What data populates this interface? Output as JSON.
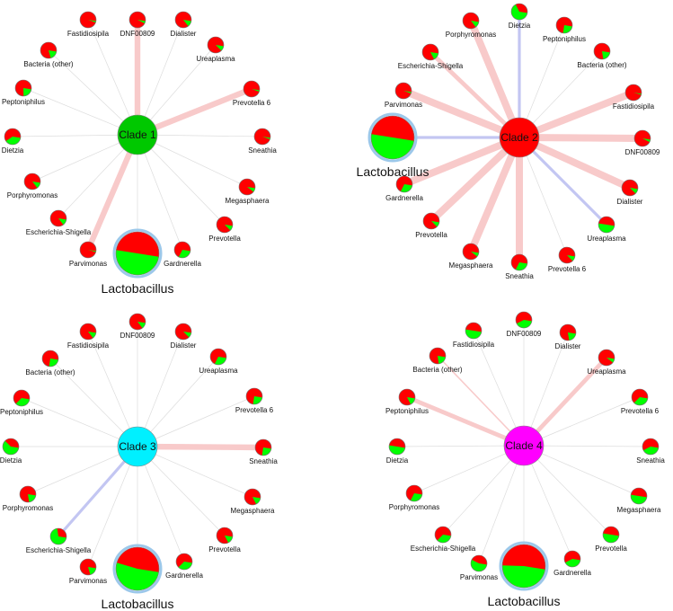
{
  "colors": {
    "positive_edge": "#f8caca",
    "negative_edge": "#c3c6f2",
    "neutral_edge": "#dddddd",
    "slice_red": "#ff0000",
    "slice_green": "#00ff00",
    "node_outline": "#9cc8ea"
  },
  "panels": [
    {
      "hub": {
        "label": "Clade 1",
        "color": "#00c800"
      },
      "nodes": [
        {
          "label": "DNF00809",
          "green": 0.05,
          "edge": "positive",
          "weight": 4
        },
        {
          "label": "Dialister",
          "green": 0.12,
          "edge": "neutral",
          "weight": 1
        },
        {
          "label": "Ureaplasma",
          "green": 0.1,
          "edge": "neutral",
          "weight": 1
        },
        {
          "label": "Prevotella 6",
          "green": 0.03,
          "edge": "positive",
          "weight": 4
        },
        {
          "label": "Sneathia",
          "green": 0.03,
          "edge": "neutral",
          "weight": 1
        },
        {
          "label": "Megasphaera",
          "green": 0.08,
          "edge": "neutral",
          "weight": 1
        },
        {
          "label": "Prevotella",
          "green": 0.1,
          "edge": "neutral",
          "weight": 1
        },
        {
          "label": "Gardnerella",
          "green": 0.3,
          "edge": "neutral",
          "weight": 1
        },
        {
          "label": "Lactobacillus",
          "green": 0.5,
          "edge": "neutral",
          "weight": 1,
          "big": true
        },
        {
          "label": "Parvimonas",
          "green": 0.02,
          "edge": "positive",
          "weight": 4
        },
        {
          "label": "Escherichia-Shigella",
          "green": 0.12,
          "edge": "neutral",
          "weight": 1
        },
        {
          "label": "Porphyromonas",
          "green": 0.12,
          "edge": "neutral",
          "weight": 1
        },
        {
          "label": "Dietzia",
          "green": 0.38,
          "edge": "neutral",
          "weight": 1
        },
        {
          "label": "Peptoniphilus",
          "green": 0.22,
          "edge": "neutral",
          "weight": 1
        },
        {
          "label": "Bacteria (other)",
          "green": 0.18,
          "edge": "neutral",
          "weight": 1
        },
        {
          "label": "Fastidiosipila",
          "green": 0.03,
          "edge": "neutral",
          "weight": 1
        }
      ]
    },
    {
      "hub": {
        "label": "Clade 2",
        "color": "#ff0000"
      },
      "nodes": [
        {
          "label": "Dietzia",
          "green": 0.65,
          "edge": "negative",
          "weight": 2
        },
        {
          "label": "Peptoniphilus",
          "green": 0.25,
          "edge": "neutral",
          "weight": 1
        },
        {
          "label": "Bacteria (other)",
          "green": 0.2,
          "edge": "neutral",
          "weight": 1
        },
        {
          "label": "Fastidiosipila",
          "green": 0.02,
          "edge": "positive",
          "weight": 5
        },
        {
          "label": "DNF00809",
          "green": 0.05,
          "edge": "positive",
          "weight": 5
        },
        {
          "label": "Dialister",
          "green": 0.1,
          "edge": "positive",
          "weight": 5
        },
        {
          "label": "Ureaplasma",
          "green": 0.5,
          "edge": "negative",
          "weight": 2
        },
        {
          "label": "Prevotella 6",
          "green": 0.1,
          "edge": "neutral",
          "weight": 1
        },
        {
          "label": "Sneathia",
          "green": 0.3,
          "edge": "positive",
          "weight": 5
        },
        {
          "label": "Megasphaera",
          "green": 0.08,
          "edge": "positive",
          "weight": 5
        },
        {
          "label": "Prevotella",
          "green": 0.1,
          "edge": "positive",
          "weight": 5
        },
        {
          "label": "Gardnerella",
          "green": 0.3,
          "edge": "positive",
          "weight": 5
        },
        {
          "label": "Lactobacillus",
          "green": 0.5,
          "edge": "negative",
          "weight": 2,
          "big": true
        },
        {
          "label": "Parvimonas",
          "green": 0.03,
          "edge": "positive",
          "weight": 5
        },
        {
          "label": "Escherichia-Shigella",
          "green": 0.15,
          "edge": "positive",
          "weight": 3
        },
        {
          "label": "Porphyromonas",
          "green": 0.12,
          "edge": "positive",
          "weight": 5
        }
      ]
    },
    {
      "hub": {
        "label": "Clade 3",
        "color": "#00f0ff"
      },
      "nodes": [
        {
          "label": "DNF00809",
          "green": 0.12,
          "edge": "neutral",
          "weight": 1
        },
        {
          "label": "Dialister",
          "green": 0.1,
          "edge": "neutral",
          "weight": 1
        },
        {
          "label": "Ureaplasma",
          "green": 0.3,
          "edge": "neutral",
          "weight": 1
        },
        {
          "label": "Prevotella 6",
          "green": 0.25,
          "edge": "neutral",
          "weight": 1
        },
        {
          "label": "Sneathia",
          "green": 0.25,
          "edge": "positive",
          "weight": 4
        },
        {
          "label": "Megasphaera",
          "green": 0.15,
          "edge": "neutral",
          "weight": 1
        },
        {
          "label": "Prevotella",
          "green": 0.15,
          "edge": "neutral",
          "weight": 1
        },
        {
          "label": "Gardnerella",
          "green": 0.35,
          "edge": "neutral",
          "weight": 1
        },
        {
          "label": "Lactobacillus",
          "green": 0.52,
          "edge": "neutral",
          "weight": 1,
          "big": true
        },
        {
          "label": "Parvimonas",
          "green": 0.18,
          "edge": "neutral",
          "weight": 1
        },
        {
          "label": "Escherichia-Shigella",
          "green": 0.7,
          "edge": "negative",
          "weight": 2
        },
        {
          "label": "Porphyromonas",
          "green": 0.2,
          "edge": "neutral",
          "weight": 1
        },
        {
          "label": "Dietzia",
          "green": 0.6,
          "edge": "neutral",
          "weight": 1
        },
        {
          "label": "Peptoniphilus",
          "green": 0.35,
          "edge": "neutral",
          "weight": 1
        },
        {
          "label": "Bacteria (other)",
          "green": 0.25,
          "edge": "neutral",
          "weight": 1
        },
        {
          "label": "Fastidiosipila",
          "green": 0.12,
          "edge": "neutral",
          "weight": 1
        }
      ]
    },
    {
      "hub": {
        "label": "Clade 4",
        "color": "#ff00ff"
      },
      "nodes": [
        {
          "label": "DNF00809",
          "green": 0.4,
          "edge": "neutral",
          "weight": 1
        },
        {
          "label": "Dialister",
          "green": 0.2,
          "edge": "neutral",
          "weight": 1
        },
        {
          "label": "Ureaplasma",
          "green": 0.08,
          "edge": "positive",
          "weight": 3
        },
        {
          "label": "Prevotella 6",
          "green": 0.35,
          "edge": "neutral",
          "weight": 1
        },
        {
          "label": "Sneathia",
          "green": 0.4,
          "edge": "neutral",
          "weight": 1
        },
        {
          "label": "Megasphaera",
          "green": 0.5,
          "edge": "neutral",
          "weight": 1
        },
        {
          "label": "Prevotella",
          "green": 0.5,
          "edge": "neutral",
          "weight": 1
        },
        {
          "label": "Gardnerella",
          "green": 0.4,
          "edge": "neutral",
          "weight": 1
        },
        {
          "label": "Lactobacillus",
          "green": 0.48,
          "edge": "neutral",
          "weight": 1,
          "big": true
        },
        {
          "label": "Parvimonas",
          "green": 0.55,
          "edge": "neutral",
          "weight": 1
        },
        {
          "label": "Escherichia-Shigella",
          "green": 0.35,
          "edge": "neutral",
          "weight": 1
        },
        {
          "label": "Porphyromonas",
          "green": 0.3,
          "edge": "neutral",
          "weight": 1
        },
        {
          "label": "Dietzia",
          "green": 0.5,
          "edge": "neutral",
          "weight": 1
        },
        {
          "label": "Peptoniphilus",
          "green": 0.15,
          "edge": "positive",
          "weight": 3
        },
        {
          "label": "Bacteria (other)",
          "green": 0.2,
          "edge": "positive",
          "weight": 1
        },
        {
          "label": "Fastidiosipila",
          "green": 0.5,
          "edge": "neutral",
          "weight": 1
        }
      ]
    }
  ]
}
